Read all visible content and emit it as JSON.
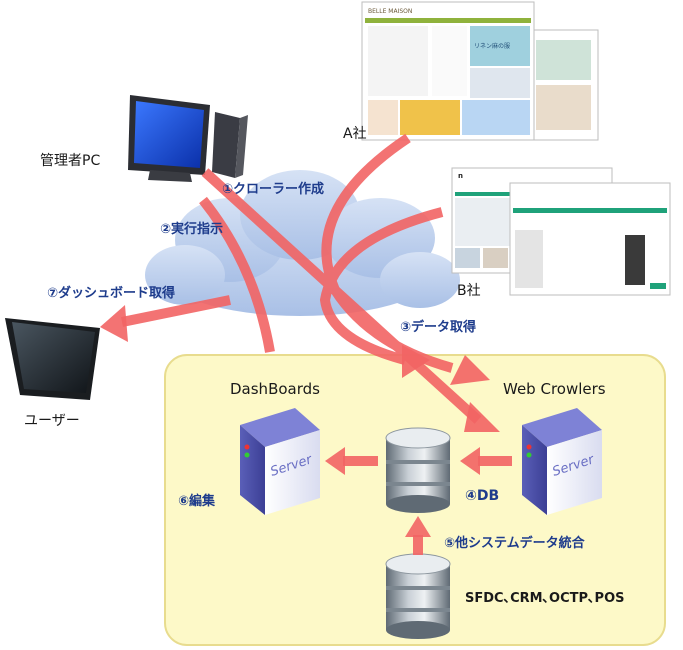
{
  "nodes": {
    "admin_pc": "管理者PC",
    "company_a": "A社",
    "company_b": "B社",
    "user": "ユーザー",
    "dashboards": "DashBoards",
    "web_crowlers": "Web Crowlers",
    "db": "④DB",
    "legacy_systems": "SFDC､CRM､OCTP､POS",
    "server_text": "Server"
  },
  "steps": {
    "crawler_build": "①クローラー作成",
    "run_instruction": "②実行指示",
    "data_fetch": "③データ取得",
    "edit": "⑥編集",
    "integrate": "⑤他システムデータ統合",
    "dashboard_fetch": "⑦ダッシュボード取得"
  },
  "site_a": {
    "logo": "BELLE MAISON",
    "banner": "リネン麻の服"
  },
  "colors": {
    "arrow": "#f26464",
    "zone_fill": "#fdf9c8",
    "zone_stroke": "#e8dc8e",
    "cloud": "#b9cdee",
    "step_text": "#1e3c8c"
  }
}
